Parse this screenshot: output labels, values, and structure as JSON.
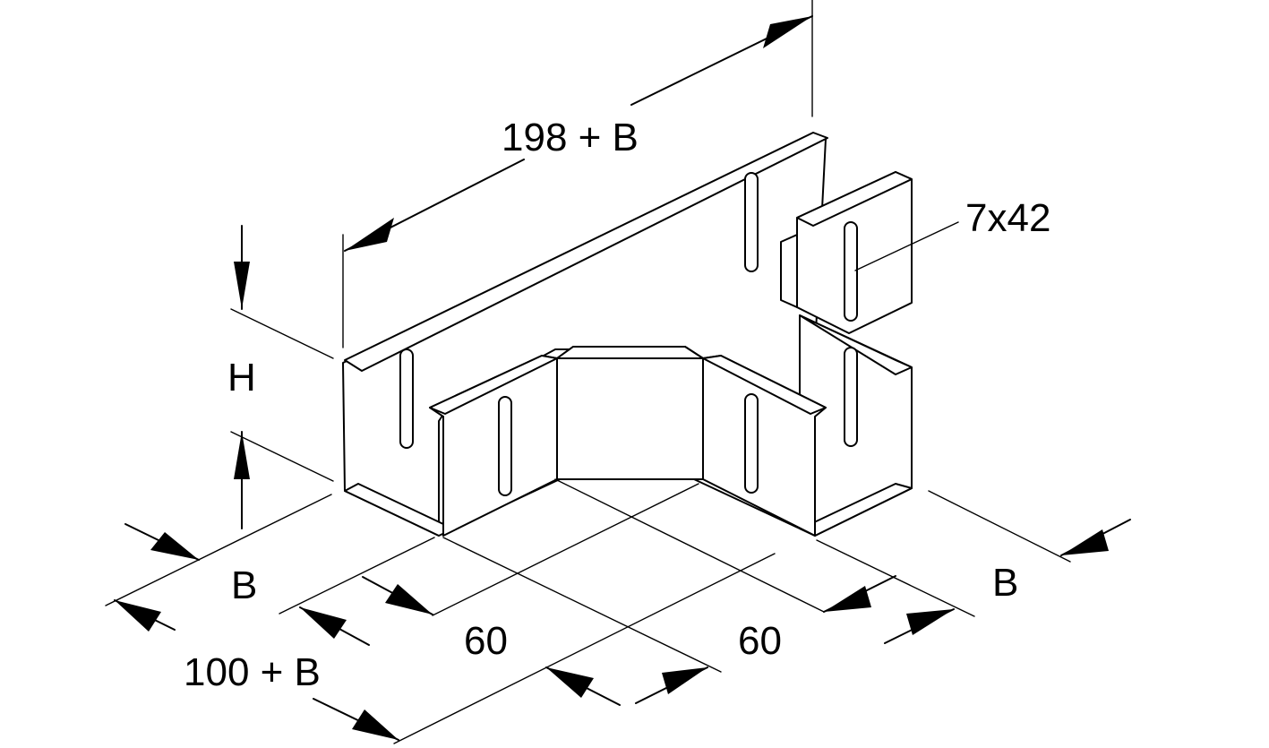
{
  "labels": {
    "length_top": "198 + B",
    "height": "H",
    "slot": "7x42",
    "width_left": "B",
    "length_left": "100 + B",
    "offset_left": "60",
    "offset_right": "60",
    "width_right": "B"
  }
}
